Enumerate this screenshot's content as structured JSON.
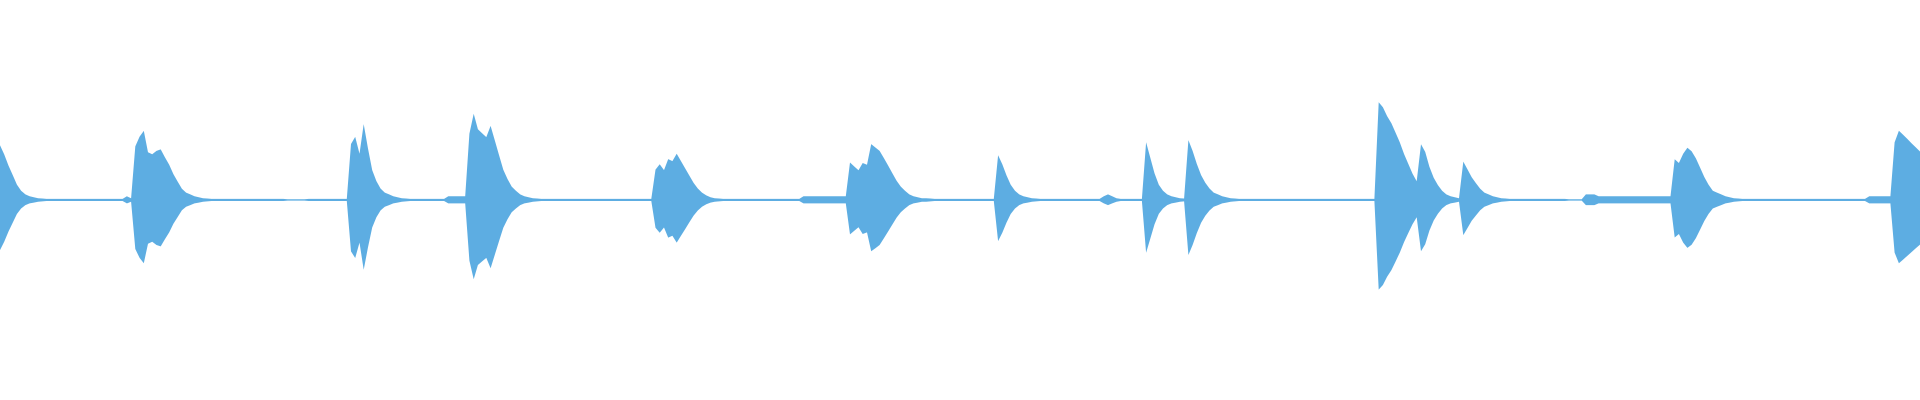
{
  "waveform": {
    "color": "#5DADE2",
    "background": "#FFFFFF",
    "peaks": [
      0.29,
      0.24,
      0.18,
      0.13,
      0.08,
      0.05,
      0.03,
      0.02,
      0.015,
      0.01,
      0.008,
      0.006,
      0.006,
      0.006,
      0.006,
      0.006,
      0.006,
      0.006,
      0.006,
      0.006,
      0.006,
      0.006,
      0.006,
      0.006,
      0.006,
      0.006,
      0.006,
      0.006,
      0.006,
      0.006,
      0.02,
      0.01,
      0.28,
      0.33,
      0.36,
      0.25,
      0.24,
      0.26,
      0.27,
      0.23,
      0.19,
      0.14,
      0.1,
      0.06,
      0.04,
      0.03,
      0.02,
      0.015,
      0.01,
      0.008,
      0.006,
      0.006,
      0.006,
      0.006,
      0.006,
      0.006,
      0.006,
      0.006,
      0.006,
      0.006,
      0.006,
      0.006,
      0.006,
      0.006,
      0.006,
      0.006,
      0.006,
      0.006,
      0.0,
      0.0,
      0.0,
      0.0,
      0.0,
      0.006,
      0.006,
      0.006,
      0.006,
      0.006,
      0.006,
      0.006,
      0.006,
      0.006,
      0.006,
      0.3,
      0.34,
      0.25,
      0.41,
      0.28,
      0.16,
      0.1,
      0.06,
      0.04,
      0.03,
      0.02,
      0.015,
      0.01,
      0.008,
      0.006,
      0.006,
      0.006,
      0.006,
      0.006,
      0.006,
      0.006,
      0.006,
      0.006,
      0.02,
      0.02,
      0.02,
      0.02,
      0.02,
      0.35,
      0.46,
      0.38,
      0.36,
      0.34,
      0.4,
      0.32,
      0.24,
      0.16,
      0.11,
      0.07,
      0.05,
      0.03,
      0.02,
      0.015,
      0.01,
      0.008,
      0.006,
      0.006,
      0.006,
      0.006,
      0.006,
      0.006,
      0.006,
      0.006,
      0.006,
      0.006,
      0.006,
      0.006,
      0.006,
      0.006,
      0.006,
      0.006,
      0.006,
      0.006,
      0.006,
      0.006,
      0.006,
      0.006,
      0.006,
      0.006,
      0.006,
      0.006,
      0.006,
      0.16,
      0.19,
      0.16,
      0.22,
      0.21,
      0.25,
      0.21,
      0.17,
      0.13,
      0.09,
      0.06,
      0.04,
      0.025,
      0.015,
      0.01,
      0.008,
      0.006,
      0.006,
      0.006,
      0.006,
      0.006,
      0.006,
      0.006,
      0.006,
      0.006,
      0.006,
      0.006,
      0.006,
      0.006,
      0.006,
      0.006,
      0.006,
      0.006,
      0.006,
      0.006,
      0.02,
      0.02,
      0.02,
      0.02,
      0.02,
      0.02,
      0.02,
      0.02,
      0.02,
      0.02,
      0.02,
      0.2,
      0.18,
      0.16,
      0.2,
      0.19,
      0.3,
      0.28,
      0.26,
      0.22,
      0.18,
      0.14,
      0.1,
      0.07,
      0.05,
      0.03,
      0.02,
      0.015,
      0.01,
      0.01,
      0.008,
      0.006,
      0.006,
      0.006,
      0.006,
      0.006,
      0.006,
      0.006,
      0.006,
      0.006,
      0.006,
      0.006,
      0.006,
      0.006,
      0.006,
      0.006,
      0.24,
      0.19,
      0.13,
      0.08,
      0.05,
      0.03,
      0.02,
      0.015,
      0.01,
      0.008,
      0.006,
      0.006,
      0.006,
      0.006,
      0.006,
      0.006,
      0.006,
      0.006,
      0.006,
      0.006,
      0.006,
      0.006,
      0.006,
      0.006,
      0.006,
      0.02,
      0.03,
      0.02,
      0.01,
      0.006,
      0.006,
      0.006,
      0.006,
      0.006,
      0.006,
      0.3,
      0.22,
      0.14,
      0.08,
      0.05,
      0.03,
      0.02,
      0.015,
      0.01,
      0.008,
      0.32,
      0.26,
      0.19,
      0.13,
      0.09,
      0.06,
      0.04,
      0.03,
      0.02,
      0.015,
      0.01,
      0.008,
      0.006,
      0.006,
      0.006,
      0.006,
      0.006,
      0.006,
      0.006,
      0.006,
      0.006,
      0.006,
      0.006,
      0.006,
      0.006,
      0.006,
      0.006,
      0.006,
      0.006,
      0.006,
      0.006,
      0.006,
      0.006,
      0.006,
      0.006,
      0.006,
      0.006,
      0.006,
      0.006,
      0.006,
      0.006,
      0.006,
      0.006,
      0.006,
      0.006,
      0.52,
      0.49,
      0.44,
      0.4,
      0.35,
      0.3,
      0.24,
      0.19,
      0.14,
      0.1,
      0.3,
      0.26,
      0.18,
      0.12,
      0.08,
      0.05,
      0.03,
      0.02,
      0.015,
      0.01,
      0.2,
      0.16,
      0.12,
      0.09,
      0.06,
      0.04,
      0.03,
      0.02,
      0.015,
      0.01,
      0.008,
      0.006,
      0.006,
      0.006,
      0.006,
      0.006,
      0.006,
      0.006,
      0.006,
      0.006,
      0.006,
      0.006,
      0.006,
      0.006,
      0.006,
      0.0,
      0.0,
      0.0,
      0.0,
      0.03,
      0.03,
      0.03,
      0.02,
      0.02,
      0.02,
      0.02,
      0.02,
      0.02,
      0.02,
      0.02,
      0.02,
      0.02,
      0.02,
      0.02,
      0.02,
      0.02,
      0.02,
      0.02,
      0.02,
      0.02,
      0.22,
      0.2,
      0.25,
      0.28,
      0.26,
      0.22,
      0.17,
      0.12,
      0.08,
      0.05,
      0.04,
      0.03,
      0.02,
      0.015,
      0.01,
      0.008,
      0.006,
      0.006,
      0.006,
      0.006,
      0.006,
      0.006,
      0.006,
      0.006,
      0.006,
      0.006,
      0.006,
      0.006,
      0.006,
      0.006,
      0.006,
      0.006,
      0.006,
      0.006,
      0.006,
      0.006,
      0.006,
      0.006,
      0.006,
      0.006,
      0.006,
      0.006,
      0.006,
      0.006,
      0.006,
      0.006,
      0.02,
      0.02,
      0.02,
      0.02,
      0.02,
      0.02,
      0.3,
      0.36,
      0.34,
      0.32,
      0.3,
      0.28,
      0.26
    ]
  }
}
